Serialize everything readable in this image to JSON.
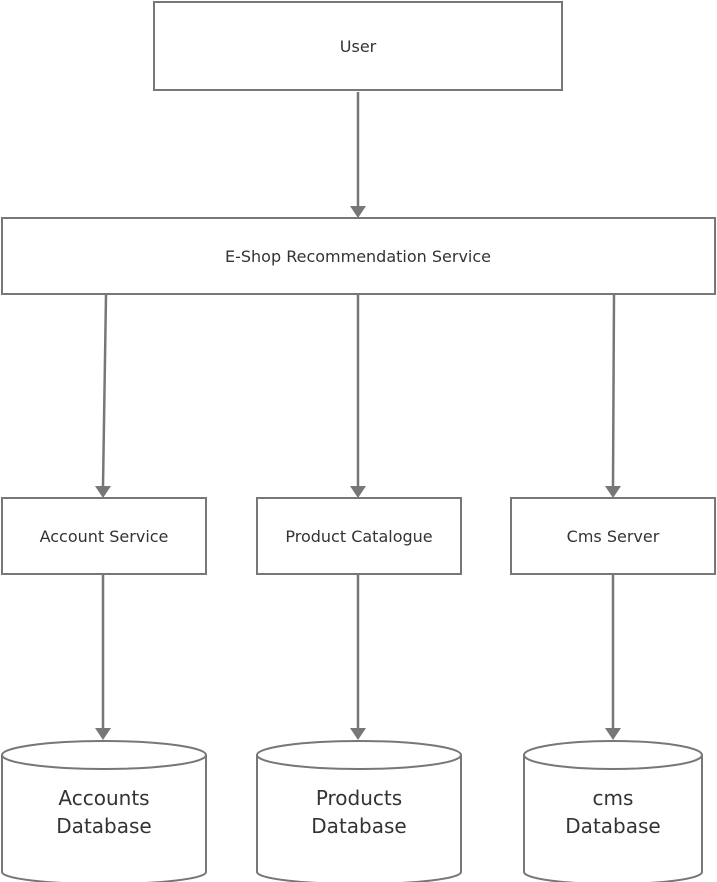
{
  "nodes": {
    "user": "User",
    "recommendation": "E-Shop Recommendation Service",
    "account_service": "Account Service",
    "product_catalogue": "Product Catalogue",
    "cms_server": "Cms Server",
    "accounts_db": [
      "Accounts",
      "Database"
    ],
    "products_db": [
      "Products",
      "Database"
    ],
    "cms_db": [
      "cms",
      "Database"
    ]
  },
  "edges": [
    {
      "from": "user",
      "to": "recommendation"
    },
    {
      "from": "recommendation",
      "to": "account_service"
    },
    {
      "from": "recommendation",
      "to": "product_catalogue"
    },
    {
      "from": "recommendation",
      "to": "cms_server"
    },
    {
      "from": "account_service",
      "to": "accounts_db"
    },
    {
      "from": "product_catalogue",
      "to": "products_db"
    },
    {
      "from": "cms_server",
      "to": "cms_db"
    }
  ],
  "colors": {
    "stroke": "#777777",
    "text": "#333333",
    "fill": "#ffffff"
  }
}
